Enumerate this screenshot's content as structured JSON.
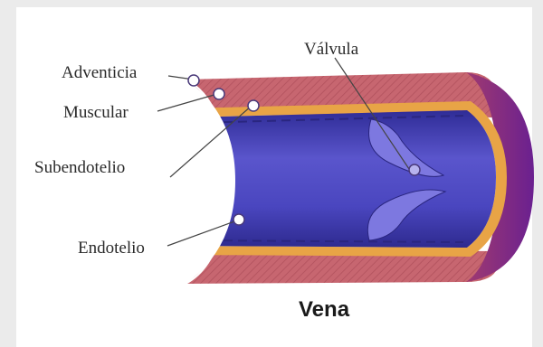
{
  "labels": {
    "adventicia": "Adventicia",
    "muscular": "Muscular",
    "subendotelio": "Subendotelio",
    "endotelio": "Endotelio",
    "valvula": "Válvula"
  },
  "title": "Vena",
  "colors": {
    "background": "#ebebeb",
    "adventitia": "#c96a72",
    "muscular": "#e8a446",
    "lumen": "#4a45b8",
    "outer_rim": "#7a2a8a"
  }
}
